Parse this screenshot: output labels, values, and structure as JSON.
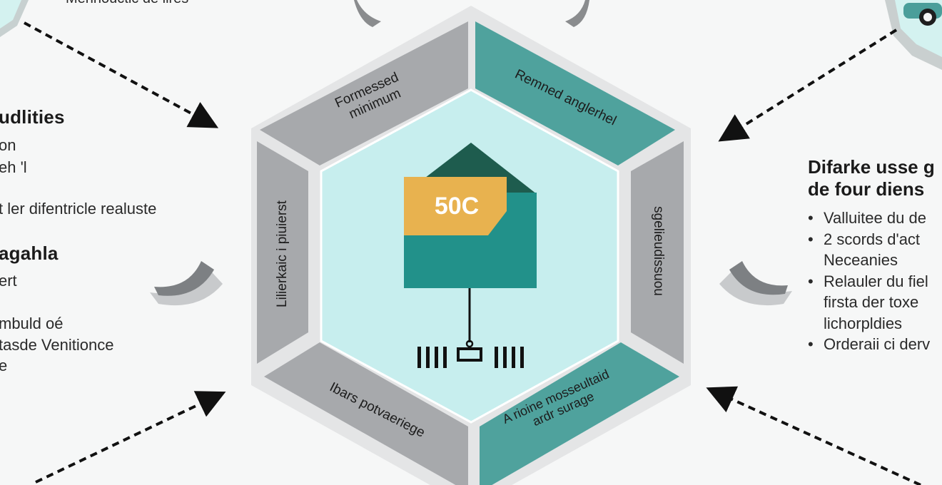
{
  "colors": {
    "teal": "#4a9e9a",
    "teal_dark": "#1e6b5f",
    "gray": "#a6a8ab",
    "center_fill": "#c7eeee",
    "label_orange": "#e8b24f"
  },
  "top_text": "Mennouctic de lires",
  "hexagon": {
    "center_label": "50C",
    "segments": {
      "top_left": [
        "Formessed",
        "minimum"
      ],
      "top_right": "Remned anglerhel",
      "left": "Lilierkaic i piuierst",
      "right": "sgelieudissuou",
      "bottom_left": "Ibars potvaeriege",
      "bottom_right": [
        "A rioine mosseultaid",
        "ardr surage"
      ]
    }
  },
  "left_panel": {
    "heading1": "udlities",
    "items1": [
      "on",
      "eh 'l",
      "t ler difentricle realuste"
    ],
    "heading2": "agahla",
    "items2": [
      "ert",
      "mbuld oé",
      "tasde Venitionce",
      "e"
    ]
  },
  "right_panel": {
    "heading_line1": "Difarke usse g",
    "heading_line2": "de four diens",
    "list": [
      {
        "text": "Valluitee du de",
        "bullet": true
      },
      {
        "text": "2 scords d'act",
        "bullet": true
      },
      {
        "text": "Neceanies",
        "bullet": false
      },
      {
        "text": "Relauler du fiel",
        "bullet": true
      },
      {
        "text": "firsta der toxe",
        "bullet": false
      },
      {
        "text": "lichorpldies",
        "bullet": false
      },
      {
        "text": "Orderaii ci derv",
        "bullet": true
      }
    ]
  }
}
